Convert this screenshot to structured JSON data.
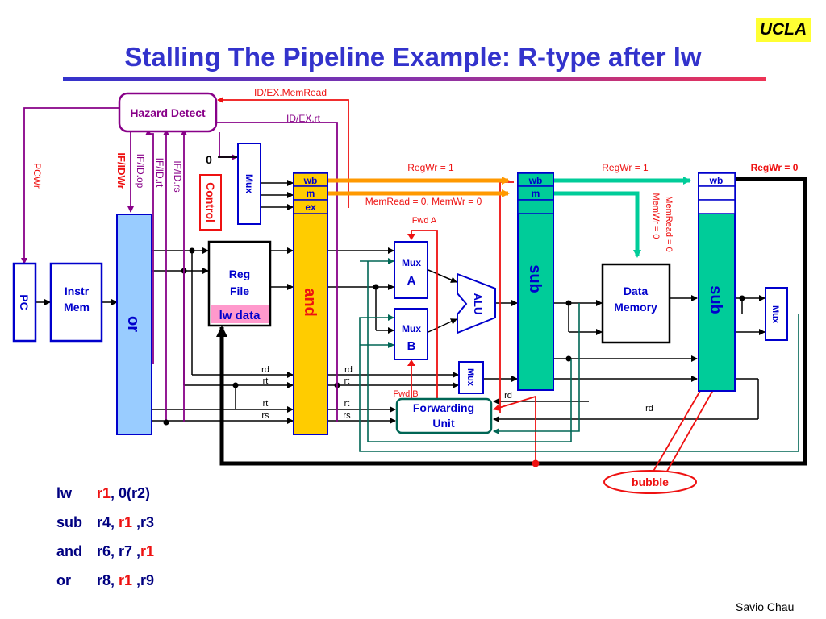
{
  "slide": {
    "logo": "UCLA",
    "title": "Stalling The Pipeline Example: R-type after lw",
    "author": "Savio Chau"
  },
  "blocks": {
    "hazard_detect": "Hazard Detect",
    "pc": "PC",
    "instr_mem": [
      "Instr",
      "Mem"
    ],
    "reg_file": [
      "Reg",
      "File"
    ],
    "lw_data": "lw data",
    "control": "Control",
    "mux": "Mux",
    "mux_a": [
      "Mux",
      "A"
    ],
    "mux_b": [
      "Mux",
      "B"
    ],
    "alu": "ALU",
    "data_memory": [
      "Data",
      "Memory"
    ],
    "forwarding_unit": [
      "Forwarding",
      "Unit"
    ],
    "bubble": "bubble",
    "zero": "0"
  },
  "pipeline_regs": {
    "if_id_instr": "or",
    "id_ex_instr": "and",
    "ex_mem_instr": "sub",
    "mem_wb_instr": "sub",
    "id_ex_fields": [
      "wb",
      "m",
      "ex"
    ],
    "ex_mem_fields": [
      "wb",
      "m"
    ],
    "mem_wb_fields": [
      "wb"
    ]
  },
  "signals": {
    "id_ex_memread": "ID/EX.MemRead",
    "id_ex_rt": "ID/EX.rt",
    "pcwr": "PCWr",
    "if_idwr": "IF/IDWr",
    "if_id_op": "IF/ID.op",
    "if_id_rt": "IF/ID.rt",
    "if_id_rs": "IF/ID.rs",
    "regwr_1a": "RegWr = 1",
    "regwr_1b": "RegWr = 1",
    "regwr_0": "RegWr = 0",
    "memread_memwr_0": "MemRead = 0, MemWr = 0",
    "memread_0": "MemRead = 0",
    "memwr_0": "MemWr = 0",
    "fwd_a": "Fwd A",
    "fwd_b": "Fwd B",
    "rd": "rd",
    "rt": "rt",
    "rs": "rs"
  },
  "code": [
    {
      "op": "lw",
      "parts": [
        {
          "t": "r1",
          "red": true
        },
        {
          "t": ", 0(r2)",
          "red": false
        }
      ]
    },
    {
      "op": "sub",
      "parts": [
        {
          "t": "r4, ",
          "red": false
        },
        {
          "t": "r1",
          "red": true
        },
        {
          "t": " ,r3",
          "red": false
        }
      ]
    },
    {
      "op": "and",
      "parts": [
        {
          "t": "r6, r7 ,",
          "red": false
        },
        {
          "t": "r1",
          "red": true
        }
      ]
    },
    {
      "op": "or",
      "parts": [
        {
          "t": "r8, ",
          "red": false
        },
        {
          "t": "r1",
          "red": true
        },
        {
          "t": " ,r9",
          "red": false
        }
      ]
    }
  ],
  "colors": {
    "title": "#3333cc",
    "datapath_blue": "#0000cc",
    "hazard_purple": "#880088",
    "control_red": "#ee1111",
    "fwd_teal": "#006655",
    "pipe_blue": "#99ccff",
    "pipe_yellow": "#ffcc00",
    "pipe_green": "#00cc99",
    "arrow_orange": "#ff9900",
    "logo_yellow": "#ffff33",
    "lw_data_pink": "#ff99cc"
  }
}
